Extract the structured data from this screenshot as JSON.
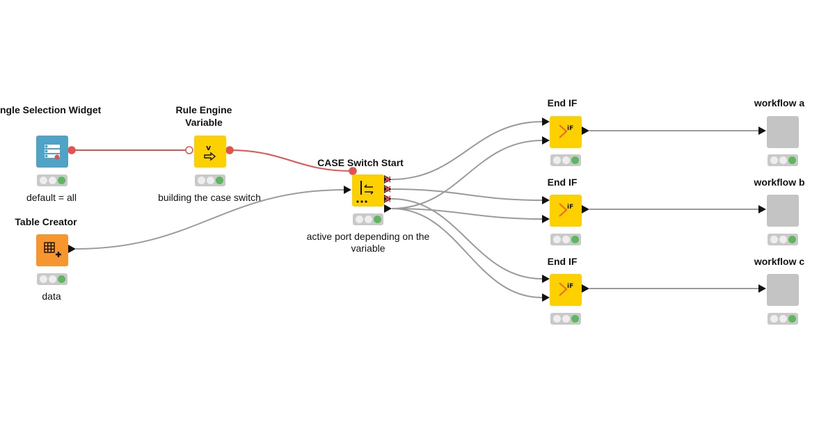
{
  "colors": {
    "connection": "#9b9b9b",
    "variable_connection": "#e5524e",
    "widget_node": "#4fa3c6",
    "manipulator_node": "#fdd000",
    "source_node": "#f7952f",
    "component_node": "#c4c4c4",
    "status_off": "#eeeeee",
    "status_green": "#5cb85c",
    "inactive_port": "#e5524e"
  },
  "nodes": {
    "single_selection": {
      "title": "Single Selection Widget",
      "annotation": "default = all",
      "icon": "selection-widget-icon"
    },
    "rule_engine": {
      "title": "Rule Engine Variable",
      "annotation": "building the case switch",
      "icon": "variable-rule-icon"
    },
    "table_creator": {
      "title": "Table Creator",
      "annotation": "data",
      "icon": "table-plus-icon"
    },
    "case_switch": {
      "title": "CASE Switch Start",
      "annotation": "active port depending on the variable",
      "icon": "case-switch-icon"
    },
    "end_if_1": {
      "title": "End IF",
      "icon": "end-if-icon"
    },
    "end_if_2": {
      "title": "End IF",
      "icon": "end-if-icon"
    },
    "end_if_3": {
      "title": "End IF",
      "icon": "end-if-icon"
    },
    "workflow_a": {
      "title": "workflow a",
      "icon": "component-icon"
    },
    "workflow_b": {
      "title": "workflow b",
      "icon": "component-icon"
    },
    "workflow_c": {
      "title": "workflow c",
      "icon": "component-icon"
    }
  }
}
